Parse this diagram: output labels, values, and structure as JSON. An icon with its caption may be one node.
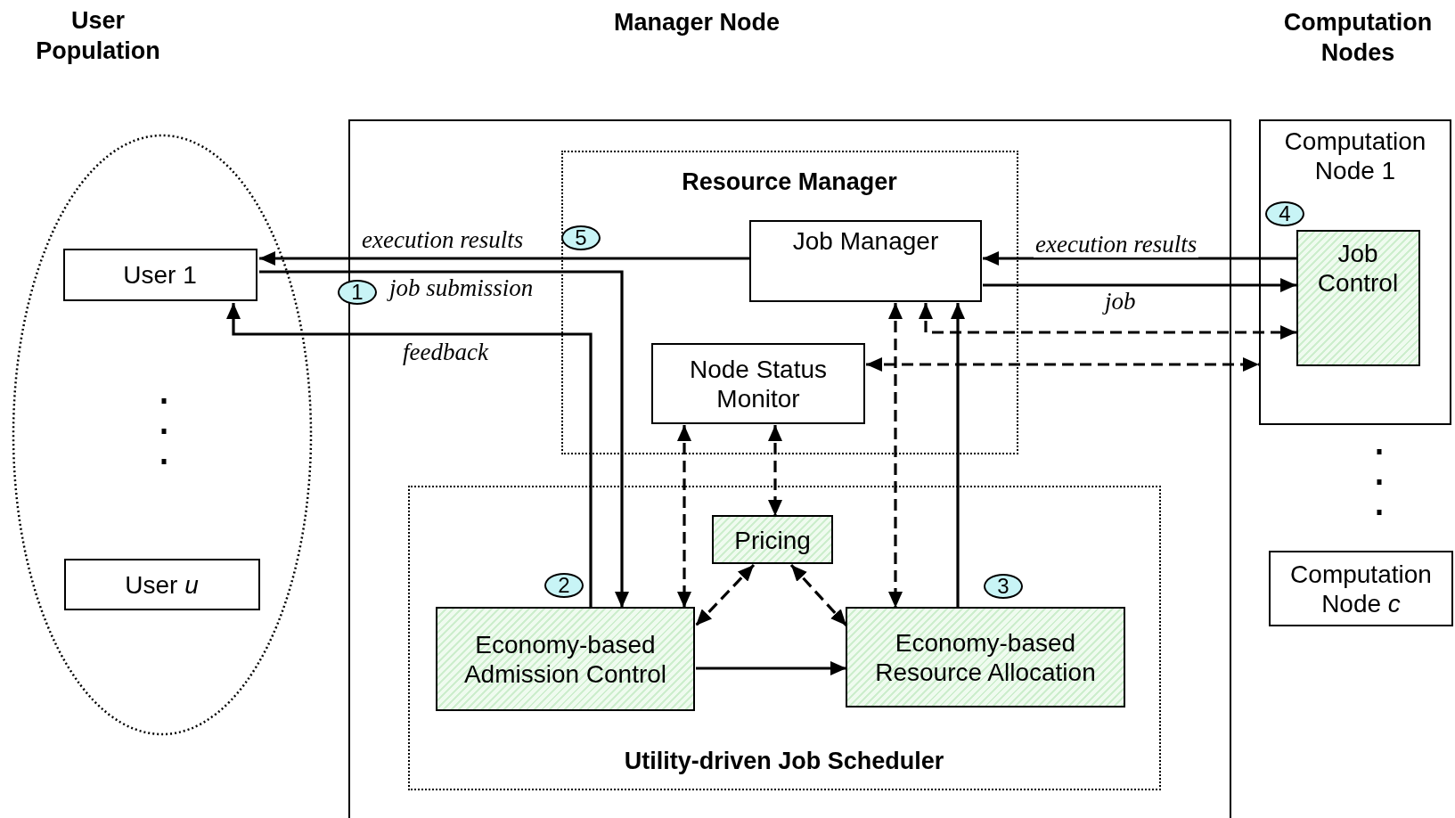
{
  "diagram": {
    "nodes": [
      {
        "text": [
          "User Population"
        ]
      },
      {
        "text": [
          "User 1"
        ],
        "in": 0
      },
      {
        "text": [
          "User *u*"
        ],
        "in": 0
      },
      {
        "text": [
          "Manager Node"
        ]
      },
      {
        "text": [
          "Resource Manager"
        ],
        "in": 3
      },
      {
        "text": [
          "Job Manager"
        ],
        "in": 4
      },
      {
        "text": [
          "Node Status Monitor"
        ],
        "in": 4
      },
      {
        "text": [
          "Utility-driven Job Scheduler"
        ],
        "in": 3
      },
      {
        "text": [
          "Pricing"
        ],
        "in": 7
      },
      {
        "text": [
          "Economy-based Admission Control"
        ],
        "in": 7
      },
      {
        "text": [
          "Economy-based Resource Allocation"
        ],
        "in": 7
      },
      {
        "text": [
          "Computation Node 1"
        ]
      },
      {
        "text": [
          "Job Control"
        ],
        "in": 11
      },
      {
        "text": [
          "Computation Node *c*"
        ]
      }
    ],
    "edges": [
      {
        "from": 5,
        "to": 1,
        "arrow": "to",
        "label": "execution results"
      },
      {
        "from": 1,
        "to": 9,
        "arrow": "to",
        "label": "job submission"
      },
      {
        "from": 9,
        "to": 1,
        "arrow": "to",
        "label": "feedback"
      },
      {
        "from": 12,
        "to": 5,
        "arrow": "to",
        "label": "execution results"
      },
      {
        "from": 5,
        "to": 12,
        "arrow": "to",
        "label": "job"
      },
      {
        "from": 10,
        "to": 5,
        "arrow": "to"
      },
      {
        "from": 5,
        "to": 10,
        "arrow": "both",
        "style": "dashed"
      },
      {
        "from": 5,
        "to": 12,
        "arrow": "both",
        "style": "dashed"
      },
      {
        "from": 6,
        "to": 11,
        "arrow": "both",
        "style": "dashed"
      },
      {
        "from": 6,
        "to": 9,
        "arrow": "both",
        "style": "dashed"
      },
      {
        "from": 6,
        "to": 8,
        "arrow": "both",
        "style": "dashed"
      },
      {
        "from": 8,
        "to": 9,
        "arrow": "both",
        "style": "dashed"
      },
      {
        "from": 8,
        "to": 10,
        "arrow": "both",
        "style": "dashed"
      },
      {
        "from": 9,
        "to": 10,
        "arrow": "to"
      }
    ],
    "labels": [
      "Computation Nodes",
      "5",
      "4",
      "1",
      "2",
      "3"
    ]
  }
}
